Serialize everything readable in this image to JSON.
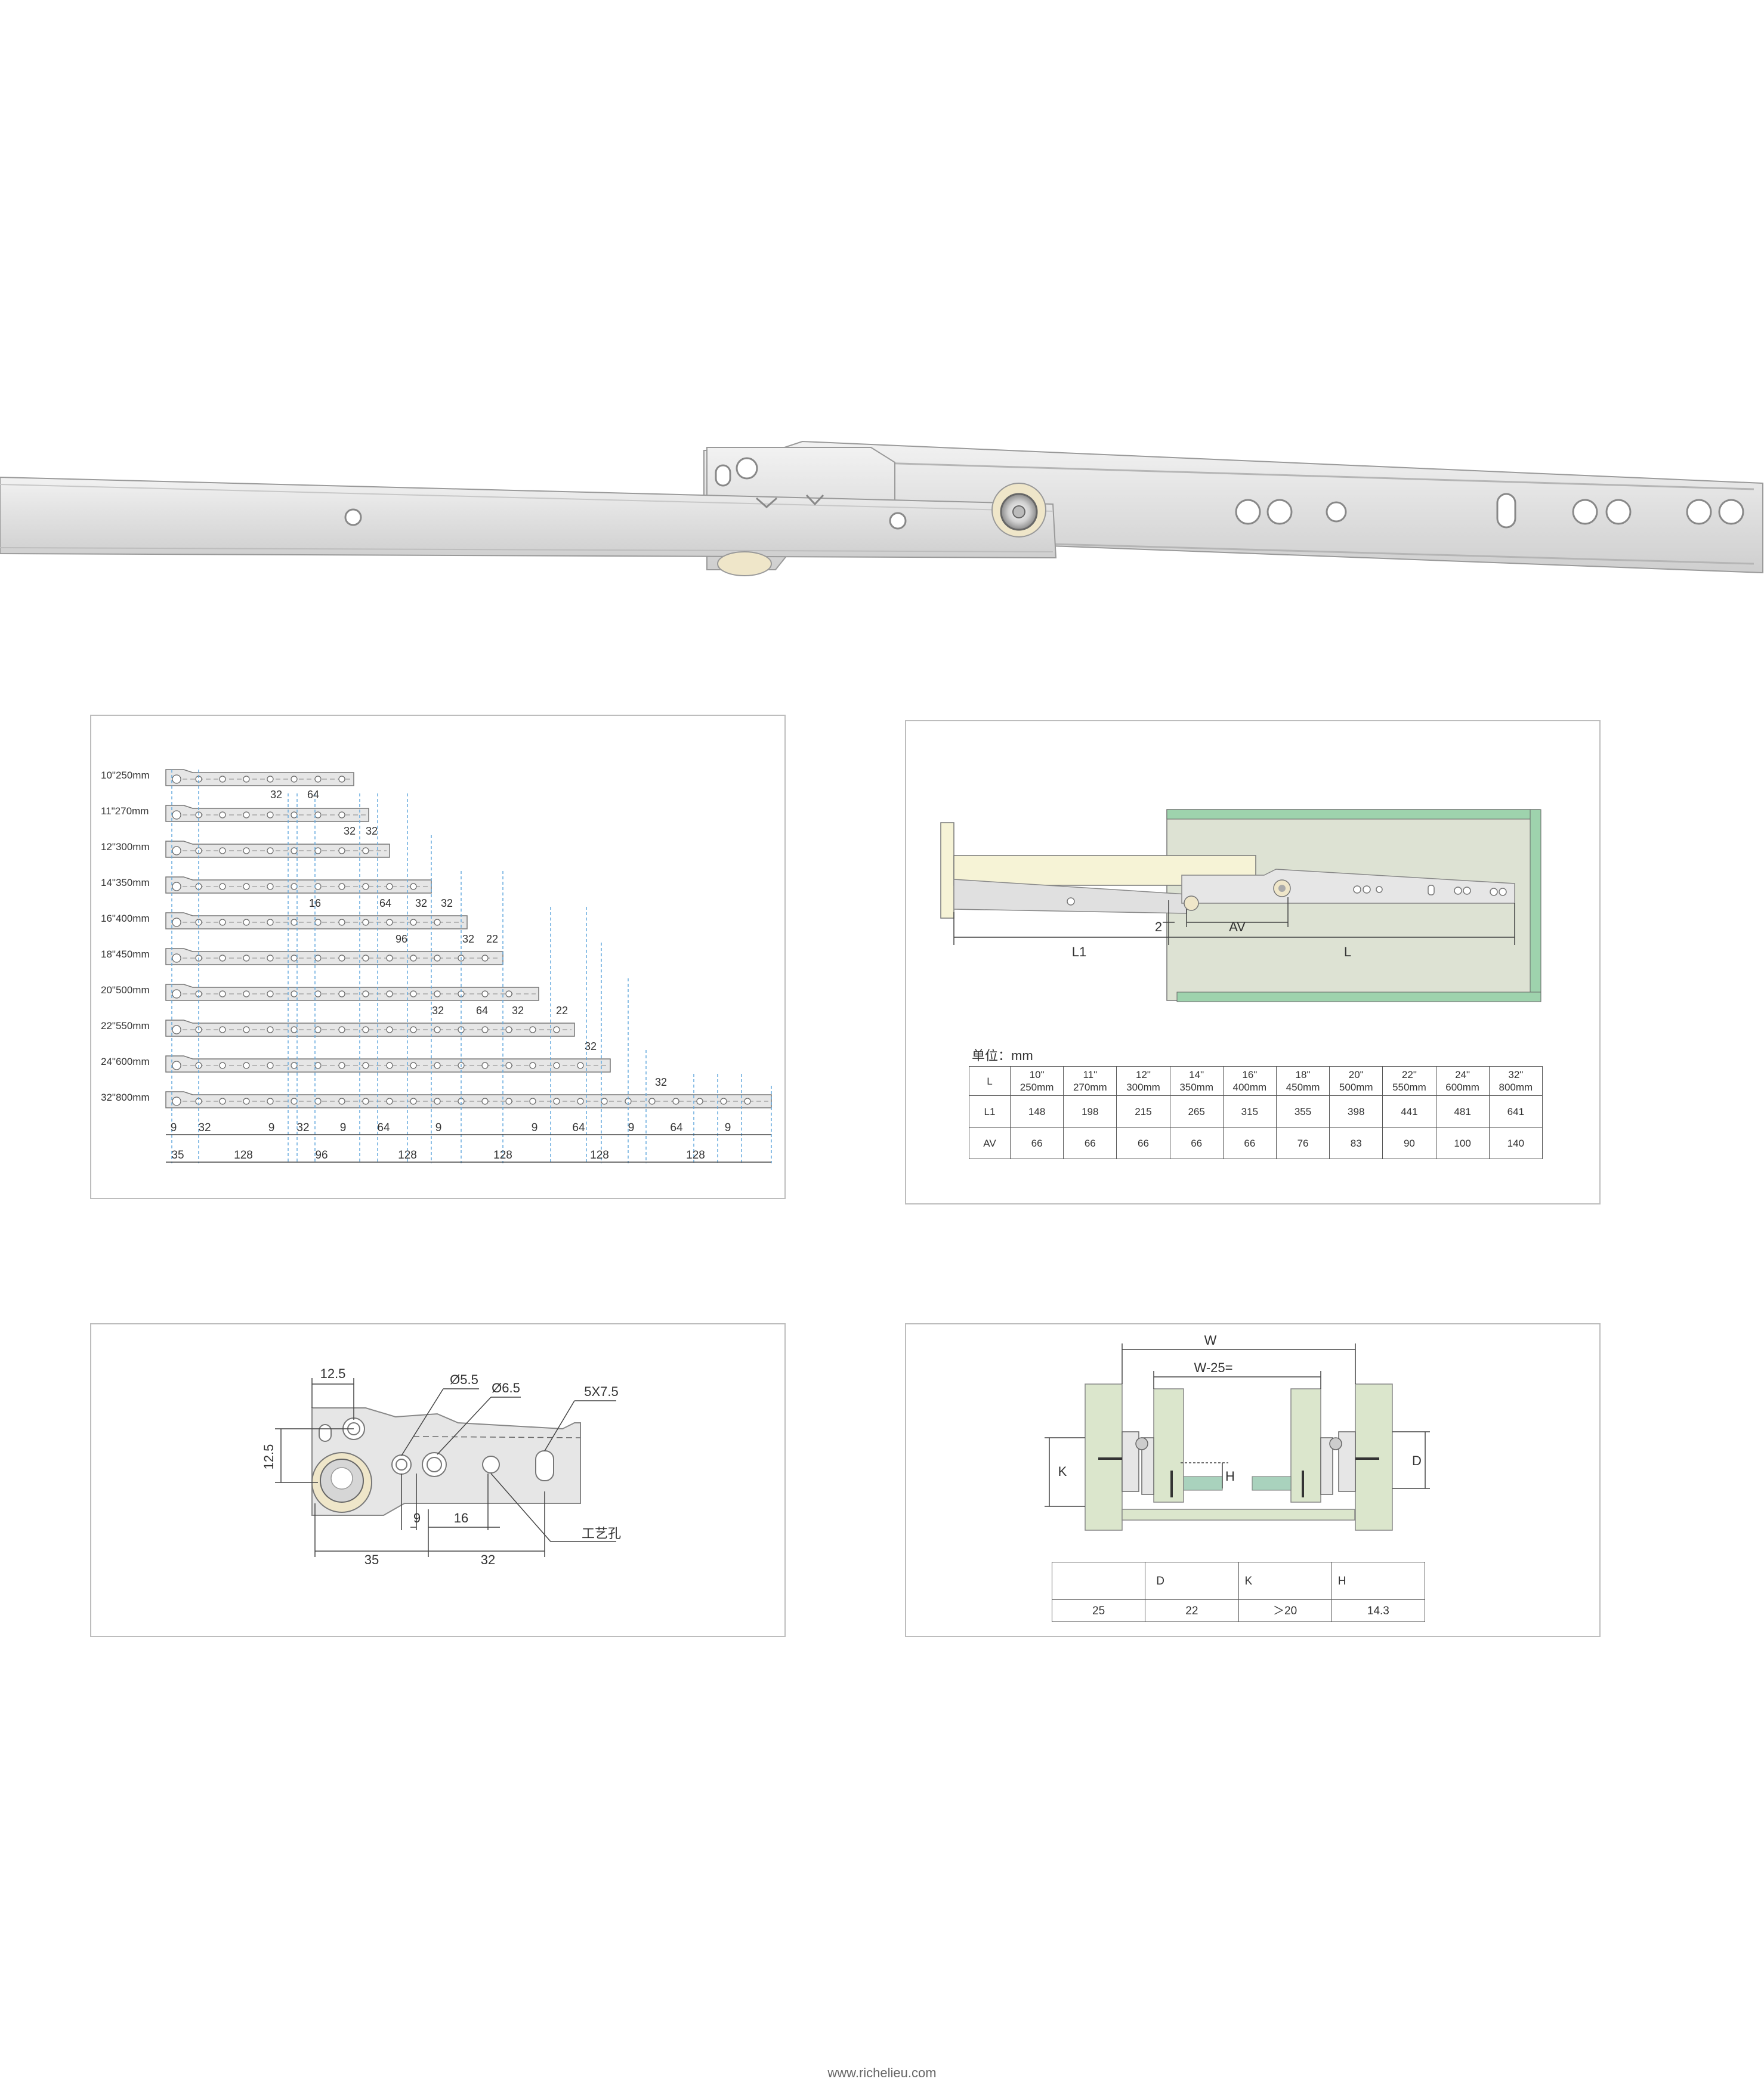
{
  "rail_lengths": [
    "10\"250mm",
    "11\"270mm",
    "12\"300mm",
    "14\"350mm",
    "16\"400mm",
    "18\"450mm",
    "20\"500mm",
    "22\"550mm",
    "24\"600mm",
    "32\"800mm"
  ],
  "panel_lengths": {
    "gap_labels": [
      "9",
      "32",
      "9",
      "32",
      "9",
      "64",
      "9",
      "9",
      "64",
      "9"
    ],
    "spacing_labels": [
      "35",
      "128",
      "96",
      "128",
      "128",
      "128",
      "128"
    ],
    "pitch_labels": [
      "32",
      "64",
      "32",
      "32",
      "16",
      "64",
      "32",
      "32",
      "96",
      "32",
      "22",
      "32",
      "64",
      "32",
      "22",
      "32",
      "32"
    ]
  },
  "panel_install": {
    "dim_2": "2",
    "dim_av": "AV",
    "dim_l1": "L1",
    "dim_l": "L",
    "unit_label": "单位：mm",
    "table": {
      "row_labels": [
        "L",
        "L1",
        "AV"
      ],
      "columns": [
        {
          "l1": "10\"",
          "l2": "250mm",
          "L1": "148",
          "AV": "66"
        },
        {
          "l1": "11\"",
          "l2": "270mm",
          "L1": "198",
          "AV": "66"
        },
        {
          "l1": "12\"",
          "l2": "300mm",
          "L1": "215",
          "AV": "66"
        },
        {
          "l1": "14\"",
          "l2": "350mm",
          "L1": "265",
          "AV": "66"
        },
        {
          "l1": "16\"",
          "l2": "400mm",
          "L1": "315",
          "AV": "66"
        },
        {
          "l1": "18\"",
          "l2": "450mm",
          "L1": "355",
          "AV": "76"
        },
        {
          "l1": "20\"",
          "l2": "500mm",
          "L1": "398",
          "AV": "83"
        },
        {
          "l1": "22\"",
          "l2": "550mm",
          "L1": "441",
          "AV": "90"
        },
        {
          "l1": "24\"",
          "l2": "600mm",
          "L1": "481",
          "AV": "100"
        },
        {
          "l1": "32\"",
          "l2": "800mm",
          "L1": "641",
          "AV": "140"
        }
      ]
    }
  },
  "panel_holes": {
    "dims": [
      "12.5",
      "12.5",
      "Ø5.5",
      "Ø6.5",
      "5X7.5",
      "9",
      "16",
      "35",
      "32"
    ],
    "tech_hole_label": "工艺孔"
  },
  "panel_section": {
    "dim_w": "W",
    "dim_w25": "W-25=",
    "dim_k": "K",
    "dim_h": "H",
    "dim_d": "D",
    "table": {
      "header": [
        "",
        "D",
        "K",
        "H"
      ],
      "values": [
        "25",
        "22",
        "＞20",
        "14.3"
      ]
    }
  },
  "colors": {
    "metal": "#e4e4e4",
    "metal_dark": "#c9c9c9",
    "wood": "#dbe6cc",
    "drawer_front": "#f6f3d6",
    "cabinet_frame": "#9ed3ad",
    "dim_blue": "#66aadd"
  },
  "footer": "www.richelieu.com"
}
